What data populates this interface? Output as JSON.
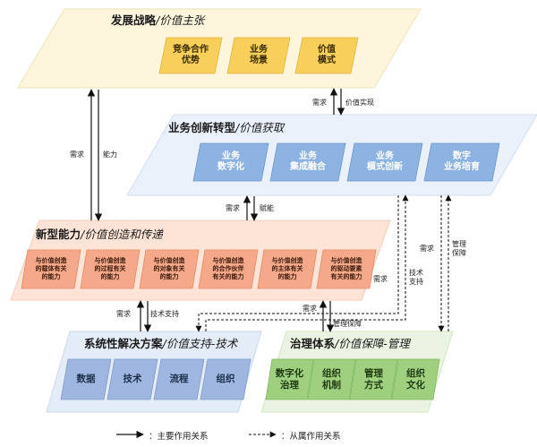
{
  "layers": {
    "strategy": {
      "title": "发展战略",
      "subtitle": "/价值主张",
      "boxes": [
        "竞争合作\n优势",
        "业务\n场景",
        "价值\n模式"
      ]
    },
    "business": {
      "title": "业务创新转型",
      "subtitle": "/价值获取",
      "boxes": [
        "业务\n数字化",
        "业务\n集成融合",
        "业务\n模式创新",
        "数字\n业务培育"
      ]
    },
    "capability": {
      "title": "新型能力",
      "subtitle": "/价值创造和传递",
      "boxes": [
        "与价值创造\n的载体有关\n的能力",
        "与价值创造\n的过程有关\n的能力",
        "与价值创造\n的对象有关\n的能力",
        "与价值创造\n的合作伙伴\n有关的能力",
        "与价值创造\n的主体有关\n的能力",
        "与价值创造\n的驱动要素\n有关的能力"
      ]
    },
    "solution": {
      "title": "系统性解决方案",
      "subtitle": "/价值支持-技术",
      "boxes": [
        "数据",
        "技术",
        "流程",
        "组织"
      ]
    },
    "governance": {
      "title": "治理体系",
      "subtitle": "/价值保障-管理",
      "boxes": [
        "数字化\n治理",
        "组织\n机制",
        "管理\n方式",
        "组织\n文化"
      ]
    }
  },
  "arrow_labels": {
    "demand": "需求",
    "capability": "能力",
    "value_realization": "价值实现",
    "enable": "赋能",
    "tech_support": "技术支持",
    "tech_support_split": "技术\n支持",
    "mgmt_guarantee": "管理保障",
    "mgmt_guarantee_split": "管理\n保障"
  },
  "legend": {
    "main": "：主要作用关系",
    "subordinate": "：从属作用关系"
  },
  "colors": {
    "strategy_bg": "#fdf6dc",
    "strategy_box": "#f7cf5a",
    "business_bg": "#eaf1fb",
    "business_box": "#8db3e2",
    "capability_bg": "#fde4d6",
    "capability_box": "#f5a98a",
    "solution_bg": "#e4ecf7",
    "solution_box": "#9fb6e0",
    "governance_bg": "#ebf4e2",
    "governance_box": "#9fd07f"
  }
}
